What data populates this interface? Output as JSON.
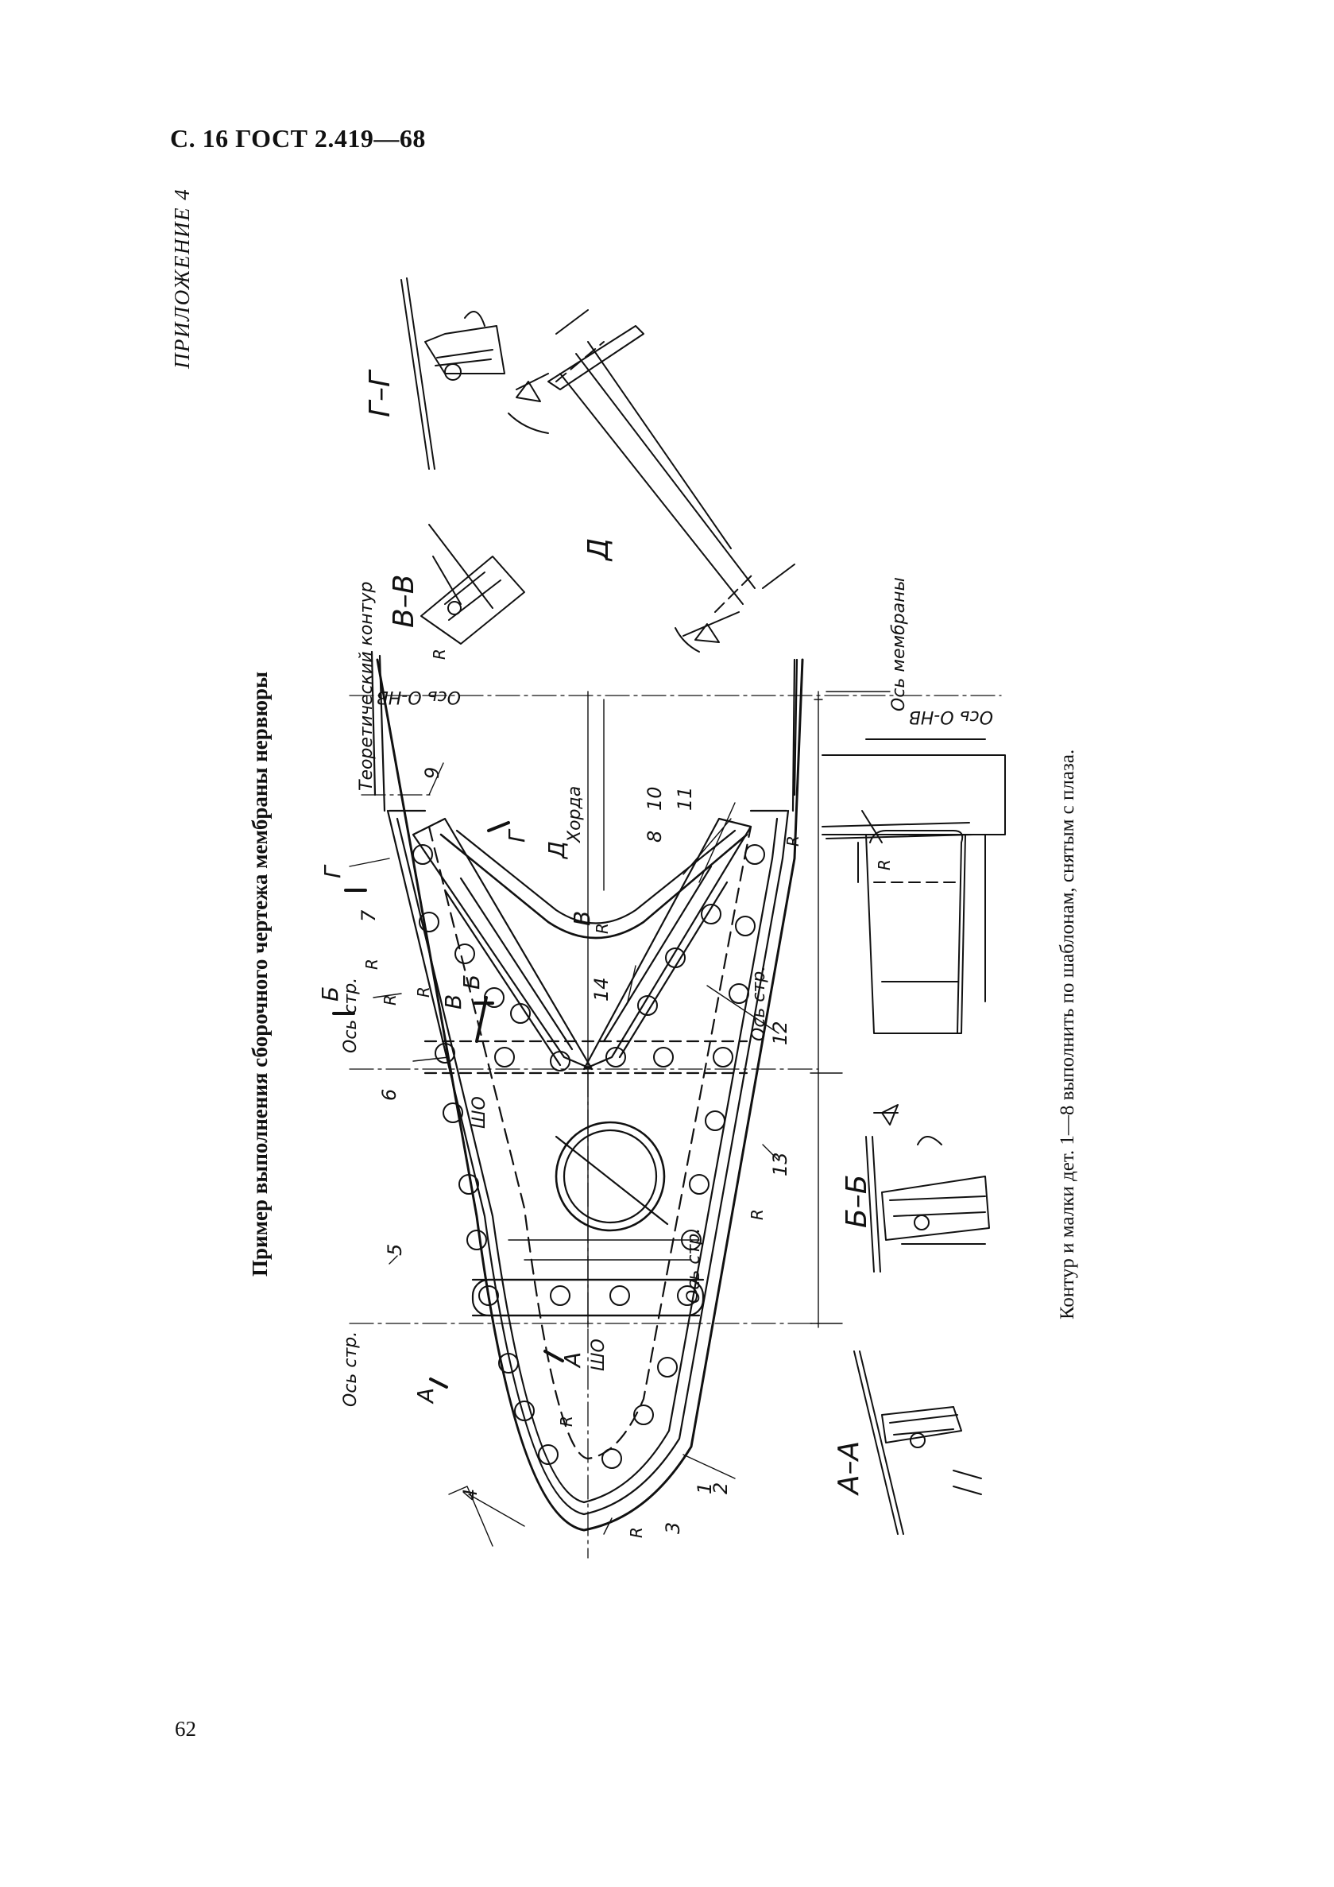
{
  "page": {
    "header": "С. 16 ГОСТ 2.419—68",
    "appendix": "ПРИЛОЖЕНИЕ 4",
    "title": "Пример выполнения сборочного чертежа мембраны нервюры",
    "note": "Контур и малки дет. 1—8 выполнить по шаблонам, снятым с плаза.",
    "page_number": "62"
  },
  "drawing": {
    "labels": {
      "theoretical_contour": "Теоретический контур",
      "chord": "Хорда",
      "os_str_1": "Ось стр.",
      "os_str_2": "Ось стр.",
      "os_str_3": "Ось стр.",
      "os_str_4": "Ось стр.",
      "os_membrane": "Ось мембраны",
      "os_ov_1": "Ось О-НВ",
      "os_ov_2": "Ось О-НВ",
      "sho_1": "ШО",
      "sho_2": "ШО"
    },
    "sections": {
      "aa": "А–А",
      "bb": "Б–Б",
      "vv": "В–В",
      "gg": "Г–Г",
      "d": "Д",
      "mark_a": "А",
      "mark_b": "Б",
      "mark_v": "В",
      "mark_g": "Г"
    },
    "radius_mark": "R",
    "parts": [
      "1",
      "2",
      "3",
      "4",
      "5",
      "6",
      "7",
      "8",
      "9",
      "10",
      "11",
      "12",
      "13",
      "14"
    ]
  }
}
